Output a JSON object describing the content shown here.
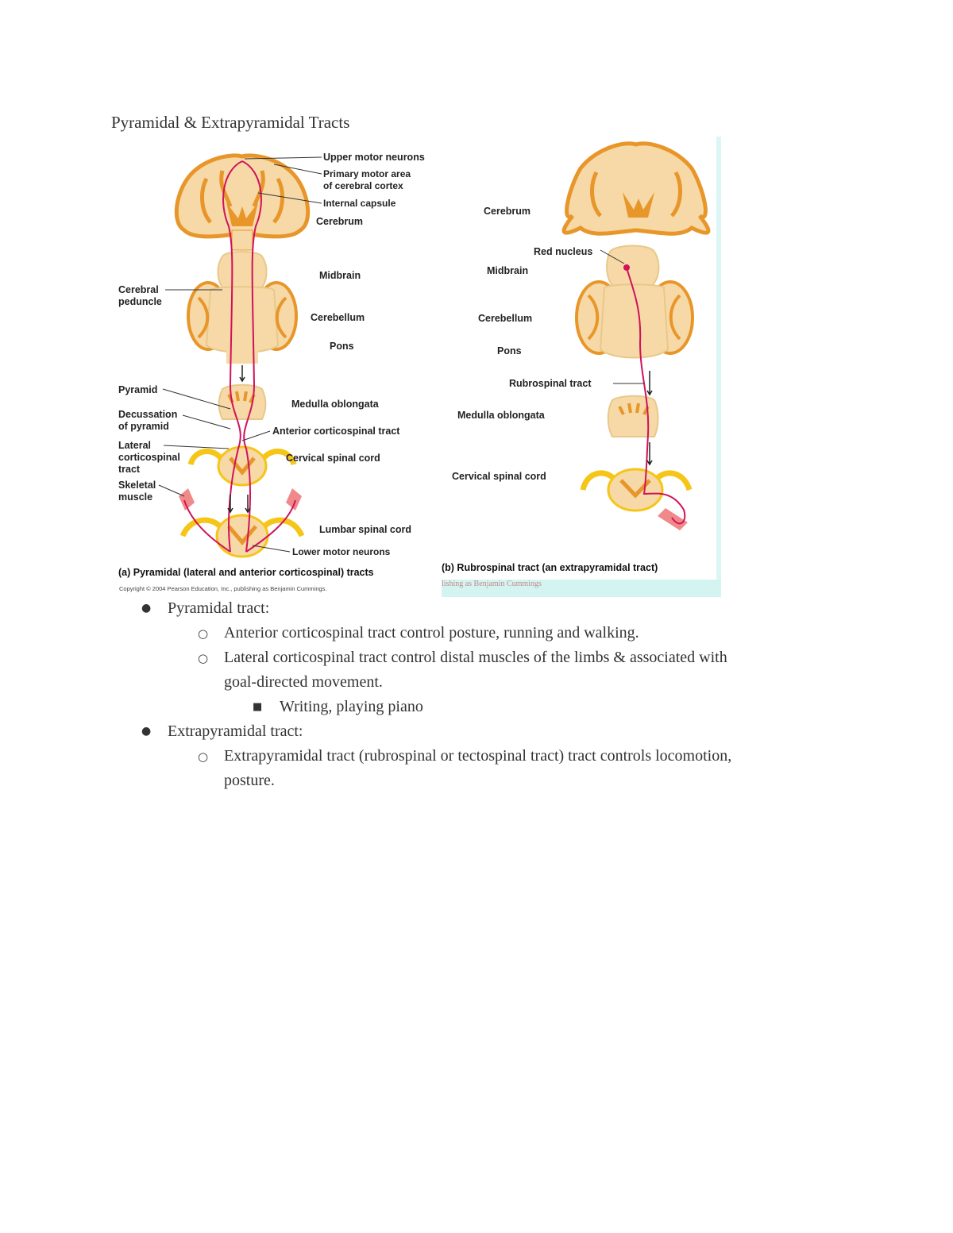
{
  "title": "Pyramidal & Extrapyramidal Tracts",
  "figure_a": {
    "labels": {
      "upper_motor_neurons": "Upper motor neurons",
      "primary_motor_area_1": "Primary motor area",
      "primary_motor_area_2": "of cerebral cortex",
      "internal_capsule": "Internal capsule",
      "cerebrum": "Cerebrum",
      "cerebral_peduncle_1": "Cerebral",
      "cerebral_peduncle_2": "peduncle",
      "midbrain": "Midbrain",
      "cerebellum": "Cerebellum",
      "pons": "Pons",
      "pyramid": "Pyramid",
      "medulla": "Medulla oblongata",
      "decussation_1": "Decussation",
      "decussation_2": "of pyramid",
      "anterior_tract": "Anterior corticospinal tract",
      "lateral_1": "Lateral",
      "lateral_2": "corticospinal",
      "lateral_3": "tract",
      "cervical": "Cervical spinal cord",
      "skeletal_1": "Skeletal",
      "skeletal_2": "muscle",
      "lumbar": "Lumbar spinal cord",
      "lower_motor_neurons": "Lower motor neurons"
    },
    "caption": "(a) Pyramidal (lateral and anterior corticospinal) tracts",
    "copyright": "Copyright © 2004 Pearson Education, Inc., publishing as Benjamin Cummings."
  },
  "figure_b": {
    "labels": {
      "cerebrum": "Cerebrum",
      "red_nucleus": "Red nucleus",
      "midbrain": "Midbrain",
      "cerebellum": "Cerebellum",
      "pons": "Pons",
      "rubrospinal": "Rubrospinal tract",
      "medulla": "Medulla oblongata",
      "cervical": "Cervical spinal cord"
    },
    "caption": "(b) Rubrospinal tract (an extrapyramidal tract)",
    "watermark": "lishing as Benjamin Cummings"
  },
  "bullets": {
    "b1": "Pyramidal tract:",
    "b1_1": "Anterior corticospinal tract control posture, running and walking.",
    "b1_2a": " Lateral corticospinal tract control distal muscles of the limbs & associated with",
    "b1_2b": "goal-directed movement.",
    "b1_2_1": "Writing, playing piano",
    "b2": "Extrapyramidal tract:",
    "b2_1a": "Extrapyramidal tract (rubrospinal or tectospinal tract) tract controls locomotion,",
    "b2_1b": "posture."
  },
  "markers": {
    "level1": "●",
    "level2": "○",
    "level3": "■"
  },
  "colors": {
    "tissue": "#f6d9a6",
    "tissue_dark": "#e8962a",
    "pathway": "#d1125b",
    "muscle": "#f08a8a",
    "nerve": "#f5c518"
  }
}
